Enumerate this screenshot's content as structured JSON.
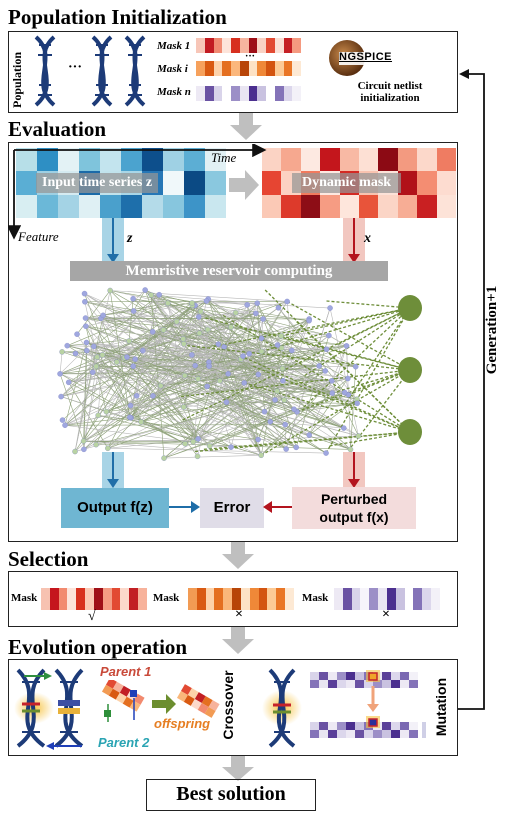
{
  "population": {
    "title": "Population Initialization",
    "side_label": "Population",
    "ellipsis": "···",
    "dots_vertical": "···",
    "masks": [
      "Mask 1",
      "Mask i",
      "Mask n"
    ],
    "ngspice_logo": "NGSPICE",
    "ngspice_caption": "Circuit netlist initialization"
  },
  "evaluation": {
    "title": "Evaluation",
    "time_label": "Time",
    "feature_label": "Feature",
    "input_label": "Input time series z",
    "dynamic_mask_label": "Dynamic mask",
    "z_symbol": "z",
    "x_symbol": "x",
    "reservoir_label": "Memristive reservoir computing",
    "output_label": "Output f(z)",
    "error_label": "Error",
    "perturbed_label_line1": "Perturbed",
    "perturbed_label_line2": "output f(x)"
  },
  "selection": {
    "title": "Selection",
    "items": [
      {
        "label": "Mask",
        "mark": "√"
      },
      {
        "label": "Mask",
        "mark": "×"
      },
      {
        "label": "Mask",
        "mark": "×"
      }
    ]
  },
  "evolution": {
    "title": "Evolution operation",
    "parent1": "Parent 1",
    "parent2": "Parent 2",
    "offspring": "offspring",
    "crossover": "Crossover",
    "mutation": "Mutation"
  },
  "loop_label": "Generation+1",
  "best_solution": "Best solution",
  "colors": {
    "blue_dark": "#1f6ea8",
    "blue_light": "#a8d4e6",
    "red_dark": "#b3141e",
    "red_light": "#f2c7c0",
    "output_box": "#6fb6d2",
    "error_box": "#e0dde8",
    "perturbed_box": "#f3dcdc",
    "network_green": "#6e8e3a",
    "network_node": "#9fa7df"
  }
}
